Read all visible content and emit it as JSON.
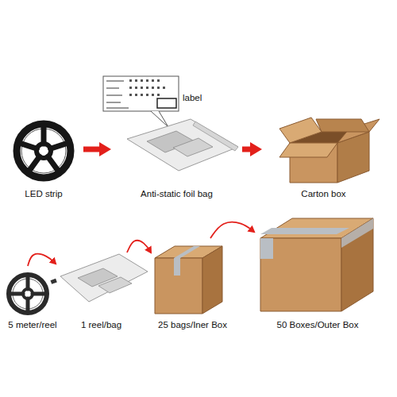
{
  "diagram": {
    "nodes": [
      {
        "text": [
          "LED strip"
        ]
      },
      {
        "text": [
          "Anti-static foil bag"
        ]
      },
      {
        "text": [
          "Carton box"
        ]
      },
      {
        "text": [
          "5 meter/reel"
        ]
      },
      {
        "text": [
          "1 reel/bag"
        ]
      },
      {
        "text": [
          "25 bags/Iner Box"
        ]
      },
      {
        "text": [
          "50 Boxes/Outer Box"
        ]
      }
    ],
    "edges": [
      {
        "from": 0,
        "to": 1,
        "arrow": "to"
      },
      {
        "from": 1,
        "to": 2,
        "arrow": "to"
      },
      {
        "from": 3,
        "to": 4,
        "arrow": "to"
      },
      {
        "from": 4,
        "to": 5,
        "arrow": "to"
      },
      {
        "from": 5,
        "to": 6,
        "arrow": "to"
      }
    ],
    "labels": [
      "label"
    ]
  }
}
